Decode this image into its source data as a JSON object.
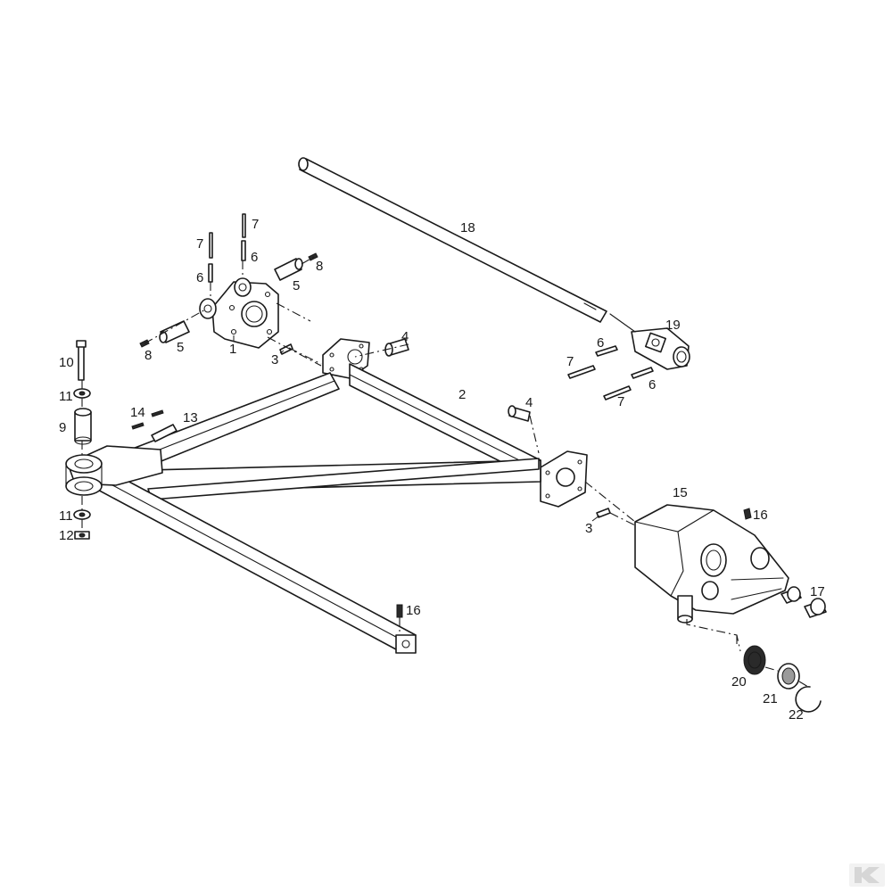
{
  "callouts": {
    "c1": "1",
    "c2": "2",
    "c3a": "3",
    "c3b": "3",
    "c4a": "4",
    "c4b": "4",
    "c5a": "5",
    "c5b": "5",
    "c6a": "6",
    "c6b": "6",
    "c6c": "6",
    "c6d": "6",
    "c7a": "7",
    "c7b": "7",
    "c7c": "7",
    "c7d": "7",
    "c8a": "8",
    "c8b": "8",
    "c9": "9",
    "c10": "10",
    "c11a": "11",
    "c11b": "11",
    "c12": "12",
    "c13": "13",
    "c14": "14",
    "c15": "15",
    "c16a": "16",
    "c16b": "16",
    "c17": "17",
    "c18": "18",
    "c19": "19",
    "c20": "20",
    "c21": "21",
    "c22": "22"
  },
  "logo": {
    "text": "K",
    "color": "#d6d6d6"
  }
}
